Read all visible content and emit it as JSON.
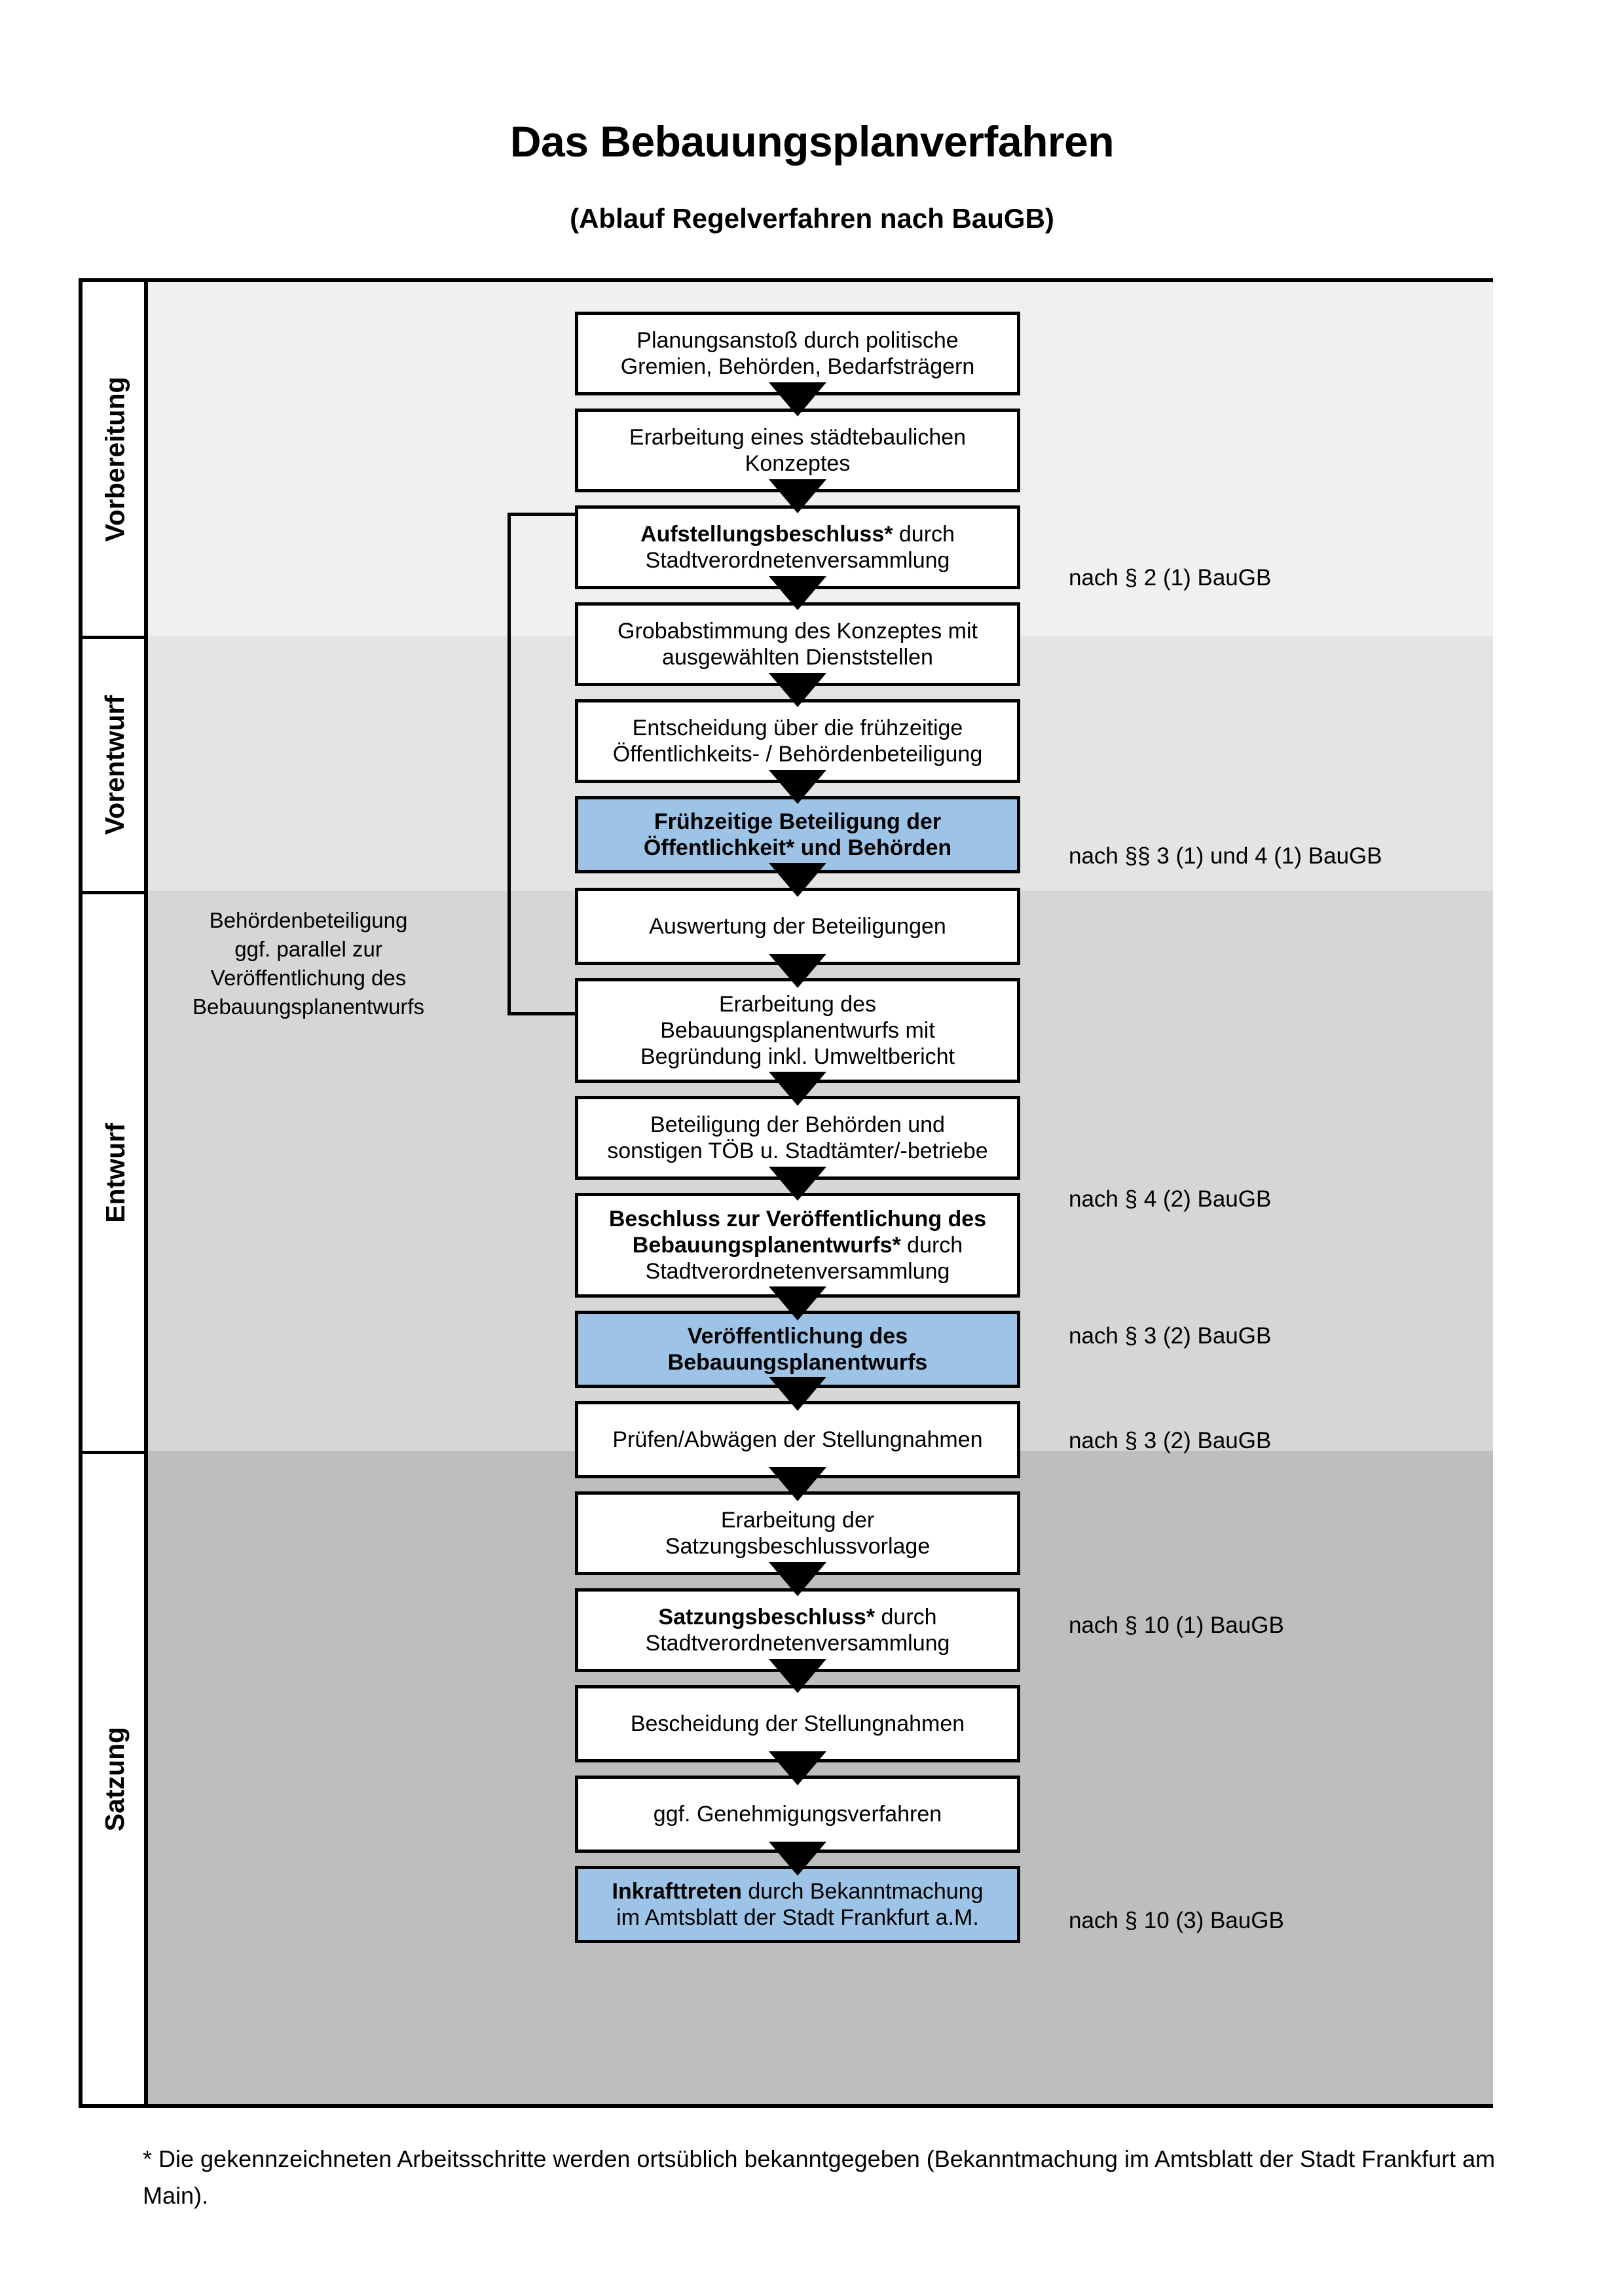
{
  "header": {
    "title": "Das Bebauungsplanverfahren",
    "subtitle": "(Ablauf Regelverfahren nach BauGB)"
  },
  "phases": [
    {
      "id": "vorbereitung",
      "label": "Vorbereitung",
      "bg": "#f0f0f0"
    },
    {
      "id": "vorentwurf",
      "label": "Vorentwurf",
      "bg": "#e4e4e4"
    },
    {
      "id": "entwurf",
      "label": "Entwurf",
      "bg": "#d6d6d6"
    },
    {
      "id": "satzung",
      "label": "Satzung",
      "bg": "#bebebe"
    }
  ],
  "steps": [
    {
      "id": "planungsanstoss",
      "phase": "vorbereitung",
      "highlight": false,
      "line1": "Planungsanstoß durch politische",
      "line2": "Gremien, Behörden, Bedarfsträgern"
    },
    {
      "id": "staedtebau-konzept",
      "phase": "vorbereitung",
      "highlight": false,
      "line1": "Erarbeitung eines städtebaulichen",
      "line2": "Konzeptes"
    },
    {
      "id": "aufstellungsbeschluss",
      "phase": "vorbereitung",
      "highlight": false,
      "bold1": "Aufstellungsbeschluss*",
      "rest1": " durch",
      "line2": "Stadtverordnetenversammlung"
    },
    {
      "id": "grobabstimmung",
      "phase": "vorentwurf",
      "highlight": false,
      "line1": "Grobabstimmung des Konzeptes mit",
      "line2": "ausgewählten Dienststellen"
    },
    {
      "id": "entscheidung-fruehzeitig",
      "phase": "vorentwurf",
      "highlight": false,
      "line1": "Entscheidung über die frühzeitige",
      "line2": "Öffentlichkeits- / Behördenbeteiligung"
    },
    {
      "id": "fruehzeitige-beteiligung",
      "phase": "vorentwurf",
      "highlight": true,
      "bold1": "Frühzeitige Beteiligung der",
      "bold2": "Öffentlichkeit* und Behörden"
    },
    {
      "id": "auswertung",
      "phase": "entwurf",
      "highlight": false,
      "line1": "Auswertung der Beteiligungen"
    },
    {
      "id": "erarbeitung-entwurf",
      "phase": "entwurf",
      "highlight": false,
      "line1": "Erarbeitung des",
      "line2": "Bebauungsplanentwurfs mit",
      "line3": "Begründung inkl. Umweltbericht"
    },
    {
      "id": "beteiligung-behoerden",
      "phase": "entwurf",
      "highlight": false,
      "line1": "Beteiligung der Behörden und",
      "line2": "sonstigen TÖB u. Stadtämter/-betriebe"
    },
    {
      "id": "beschluss-veroeffentlichung",
      "phase": "entwurf",
      "highlight": false,
      "bold1": "Beschluss zur Veröffentlichung des",
      "bold2": "Bebauungsplanentwurfs*",
      "rest2": " durch",
      "line3": "Stadtverordnetenversammlung"
    },
    {
      "id": "veroeffentlichung",
      "phase": "entwurf",
      "highlight": true,
      "bold1": "Veröffentlichung des",
      "bold2": "Bebauungsplanentwurfs"
    },
    {
      "id": "pruefen-abwaegen",
      "phase": "satzung",
      "highlight": false,
      "line1": "Prüfen/Abwägen der Stellungnahmen"
    },
    {
      "id": "erarbeitung-satzungsvorlage",
      "phase": "satzung",
      "highlight": false,
      "line1": "Erarbeitung der",
      "line2": "Satzungsbeschlussvorlage"
    },
    {
      "id": "satzungsbeschluss",
      "phase": "satzung",
      "highlight": false,
      "bold1": "Satzungsbeschluss*",
      "rest1": " durch",
      "line2": "Stadtverordnetenversammlung"
    },
    {
      "id": "bescheidung",
      "phase": "satzung",
      "highlight": false,
      "line1": "Bescheidung der Stellungnahmen"
    },
    {
      "id": "genehmigungsverfahren",
      "phase": "satzung",
      "highlight": false,
      "line1": "ggf. Genehmigungsverfahren"
    },
    {
      "id": "inkrafttreten",
      "phase": "satzung",
      "highlight": true,
      "bold1": "Inkrafttreten",
      "rest1": " durch Bekanntmachung",
      "line2": "im Amtsblatt der Stadt Frankfurt a.M."
    }
  ],
  "legal_refs": [
    {
      "id": "ref-par2-1",
      "text": "nach § 2 (1) BauGB"
    },
    {
      "id": "ref-par3-4-1",
      "text": "nach §§ 3 (1) und 4 (1) BauGB"
    },
    {
      "id": "ref-par4-2",
      "text": "nach § 4 (2) BauGB"
    },
    {
      "id": "ref-par3-2a",
      "text": "nach § 3 (2) BauGB"
    },
    {
      "id": "ref-par3-2b",
      "text": "nach § 3 (2) BauGB"
    },
    {
      "id": "ref-par10-1",
      "text": "nach § 10 (1) BauGB"
    },
    {
      "id": "ref-par10-3",
      "text": "nach § 10 (3) BauGB"
    }
  ],
  "sidenote": {
    "text": "Behördenbeteiligung\nggf. parallel zur\nVeröffentlichung des\nBebauungsplanentwurfs"
  },
  "footnote": {
    "text": "* Die gekennzeichneten Arbeitsschritte werden ortsüblich bekanntgegeben (Bekanntmachung im Amtsblatt  der Stadt Frankfurt am Main)."
  },
  "colors": {
    "highlight": "#9dc3e6",
    "border": "#000000",
    "page": "#ffffff"
  }
}
